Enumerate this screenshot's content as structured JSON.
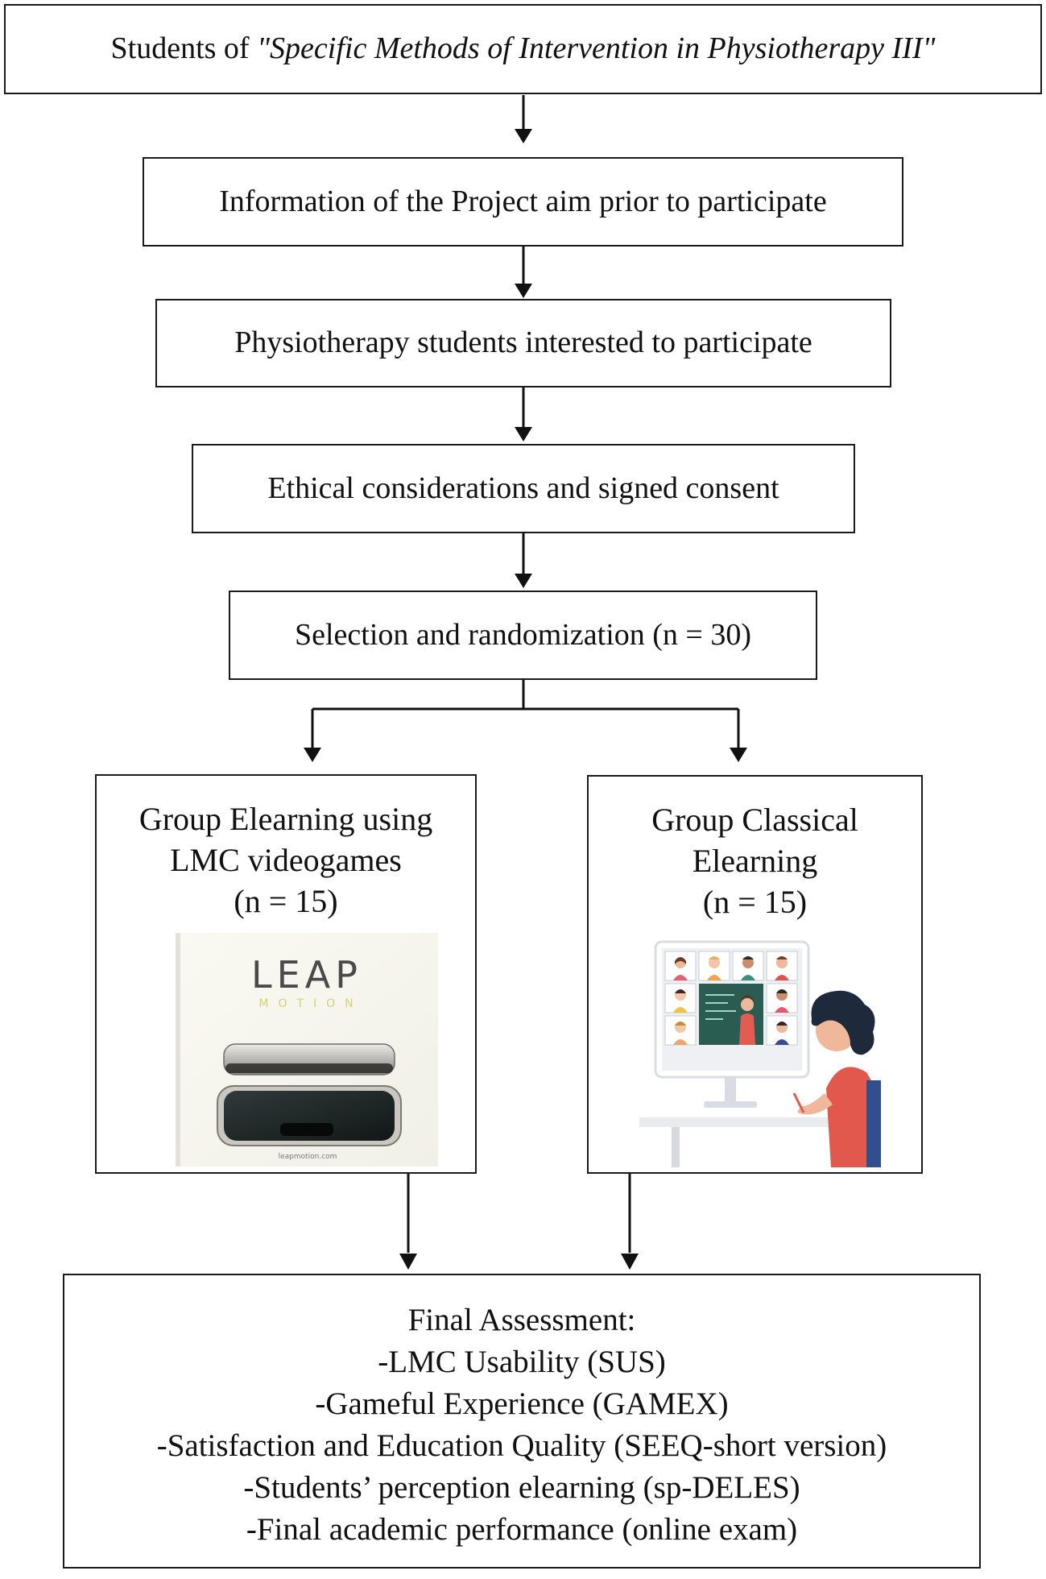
{
  "flow": {
    "step1": {
      "prefix": "Students of ",
      "course": "\"Specific Methods of Intervention in Physiotherapy III\""
    },
    "step2": "Information of the Project aim prior to participate",
    "step3": "Physiotherapy students interested to participate",
    "step4": "Ethical considerations and signed consent",
    "step5": "Selection and randomization (n = 30)"
  },
  "groups": {
    "left": {
      "lines": [
        "Group Elearning using",
        "LMC videogames",
        "(n = 15)"
      ],
      "image": {
        "icon": "leap-motion-controller-photo",
        "brand": "LEAP",
        "brand_sub": "MOTION",
        "url": "leapmotion.com"
      }
    },
    "right": {
      "lines": [
        "Group Classical",
        "Elearning",
        "(n = 15)"
      ],
      "image": {
        "icon": "online-class-video-call-illustration"
      }
    }
  },
  "final": {
    "title": "Final Assessment:",
    "items": [
      "-LMC Usability (SUS)",
      "-Gameful Experience (GAMEX)",
      "-Satisfaction and Education Quality (SEEQ-short version)",
      "-Students’ perception elearning (sp-DELES)",
      "-Final academic performance (online exam)"
    ]
  }
}
